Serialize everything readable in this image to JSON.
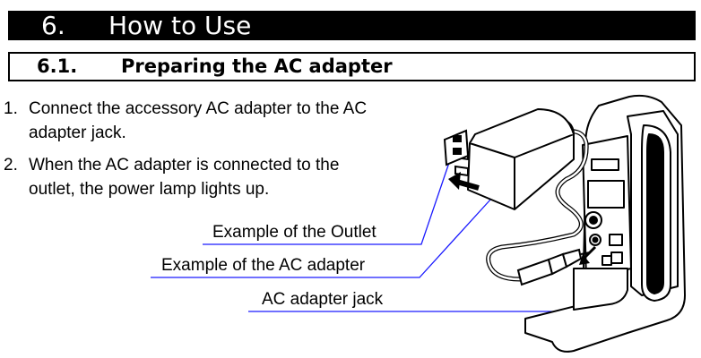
{
  "section": {
    "number": "6.",
    "title": "How to Use"
  },
  "subsection": {
    "number": "6.1.",
    "title": "Preparing the AC adapter"
  },
  "steps": [
    {
      "number": "1.",
      "text": "Connect the accessory AC adapter to the AC adapter jack."
    },
    {
      "number": "2.",
      "text": "When the AC adapter is connected to the outlet, the power lamp lights up."
    }
  ],
  "callouts": {
    "outlet": "Example of the Outlet",
    "adapter": "Example of the AC adapter",
    "jack": "AC adapter jack"
  },
  "colors": {
    "header_bg": "#000000",
    "leader_line": "#1a1aff"
  }
}
